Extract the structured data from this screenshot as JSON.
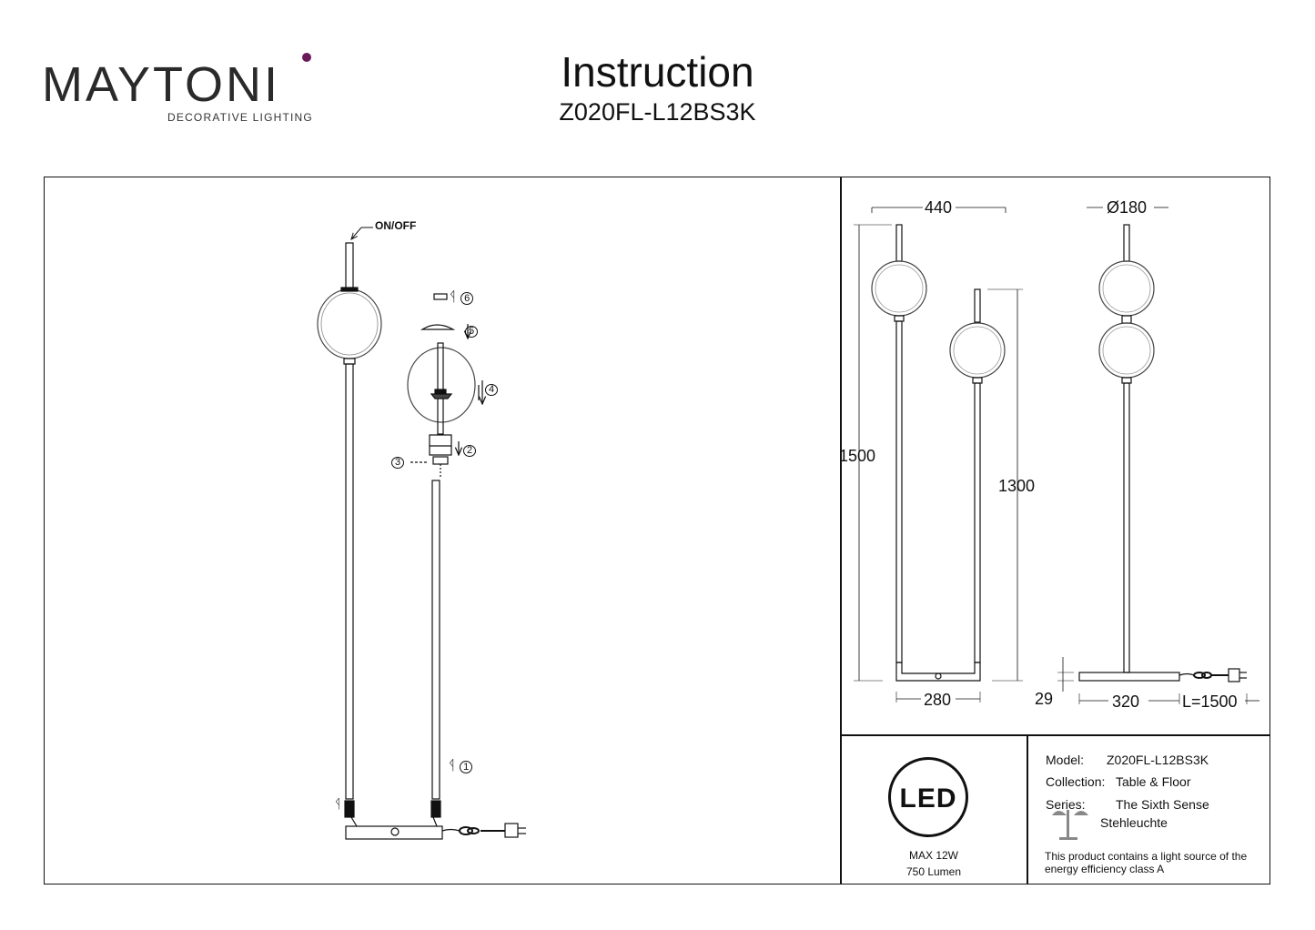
{
  "brand": {
    "name": "MAYTONI",
    "tagline": "DECORATIVE LIGHTING"
  },
  "header": {
    "title": "Instruction",
    "model": "Z020FL-L12BS3K"
  },
  "assembly": {
    "switch_label": "ON/OFF",
    "steps": [
      "1",
      "2",
      "3",
      "4",
      "5",
      "6"
    ]
  },
  "dimensions": {
    "width_top": "440",
    "diameter": "Ø180",
    "height_tall": "1500",
    "height_short": "1300",
    "base_front": "280",
    "base_side": "320",
    "base_height": "29",
    "cable_length": "L=1500"
  },
  "specs": {
    "led_logo": "LED",
    "power": "MAX 12W",
    "lumen": "750 Lumen",
    "model_label": "Model:",
    "model_value": "Z020FL-L12BS3K",
    "collection_label": "Collection:",
    "collection_value": "Table & Floor",
    "series_label": "Series:",
    "series_value": "The Sixth Sense",
    "type_value": "Stehleuchte",
    "energy_note_1": "This product contains a light source of the",
    "energy_note_2": "energy efficiency class A"
  }
}
